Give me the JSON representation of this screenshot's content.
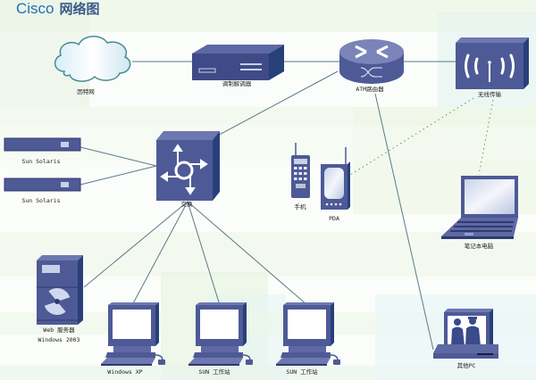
{
  "title": {
    "brand": "Cisco",
    "text": "网络图"
  },
  "nodes": {
    "internet": {
      "label": "因特网"
    },
    "modem": {
      "label": "调制解调器"
    },
    "router": {
      "label": "ATM路由器"
    },
    "wireless": {
      "label": "无线传输"
    },
    "switch": {
      "label": "交换"
    },
    "sun1": {
      "label": "Sun Solaris"
    },
    "sun2": {
      "label": "Sun Solaris"
    },
    "phone": {
      "label": "手机"
    },
    "pda": {
      "label": "PDA"
    },
    "laptop": {
      "label": "笔记本电脑"
    },
    "webserver": {
      "label": "Web 服务器",
      "label2": "Windows 2003"
    },
    "winxp": {
      "label": "Windows XP"
    },
    "sun_ws1": {
      "label": "SUN 工作站"
    },
    "sun_ws2": {
      "label": "SUN 工作站"
    },
    "otherpc": {
      "label": "其他PC"
    }
  },
  "connections": [
    {
      "from": "internet",
      "to": "modem",
      "style": "solid"
    },
    {
      "from": "modem",
      "to": "router",
      "style": "solid"
    },
    {
      "from": "router",
      "to": "wireless",
      "style": "solid"
    },
    {
      "from": "router",
      "to": "switch",
      "style": "solid"
    },
    {
      "from": "router",
      "to": "otherpc",
      "style": "solid"
    },
    {
      "from": "switch",
      "to": "sun1",
      "style": "solid"
    },
    {
      "from": "switch",
      "to": "sun2",
      "style": "solid"
    },
    {
      "from": "switch",
      "to": "webserver",
      "style": "solid"
    },
    {
      "from": "switch",
      "to": "winxp",
      "style": "solid"
    },
    {
      "from": "switch",
      "to": "sun_ws1",
      "style": "solid"
    },
    {
      "from": "switch",
      "to": "sun_ws2",
      "style": "solid"
    },
    {
      "from": "wireless",
      "to": "pda",
      "style": "dotted"
    },
    {
      "from": "wireless",
      "to": "laptop",
      "style": "dotted"
    }
  ],
  "colors": {
    "device": "#4e5a96",
    "device_dark": "#2f3a6e",
    "device_side": "#27407a",
    "line": "#5a7a8a",
    "dotted": "#5a9a4a",
    "title": "#1f6fb3"
  }
}
